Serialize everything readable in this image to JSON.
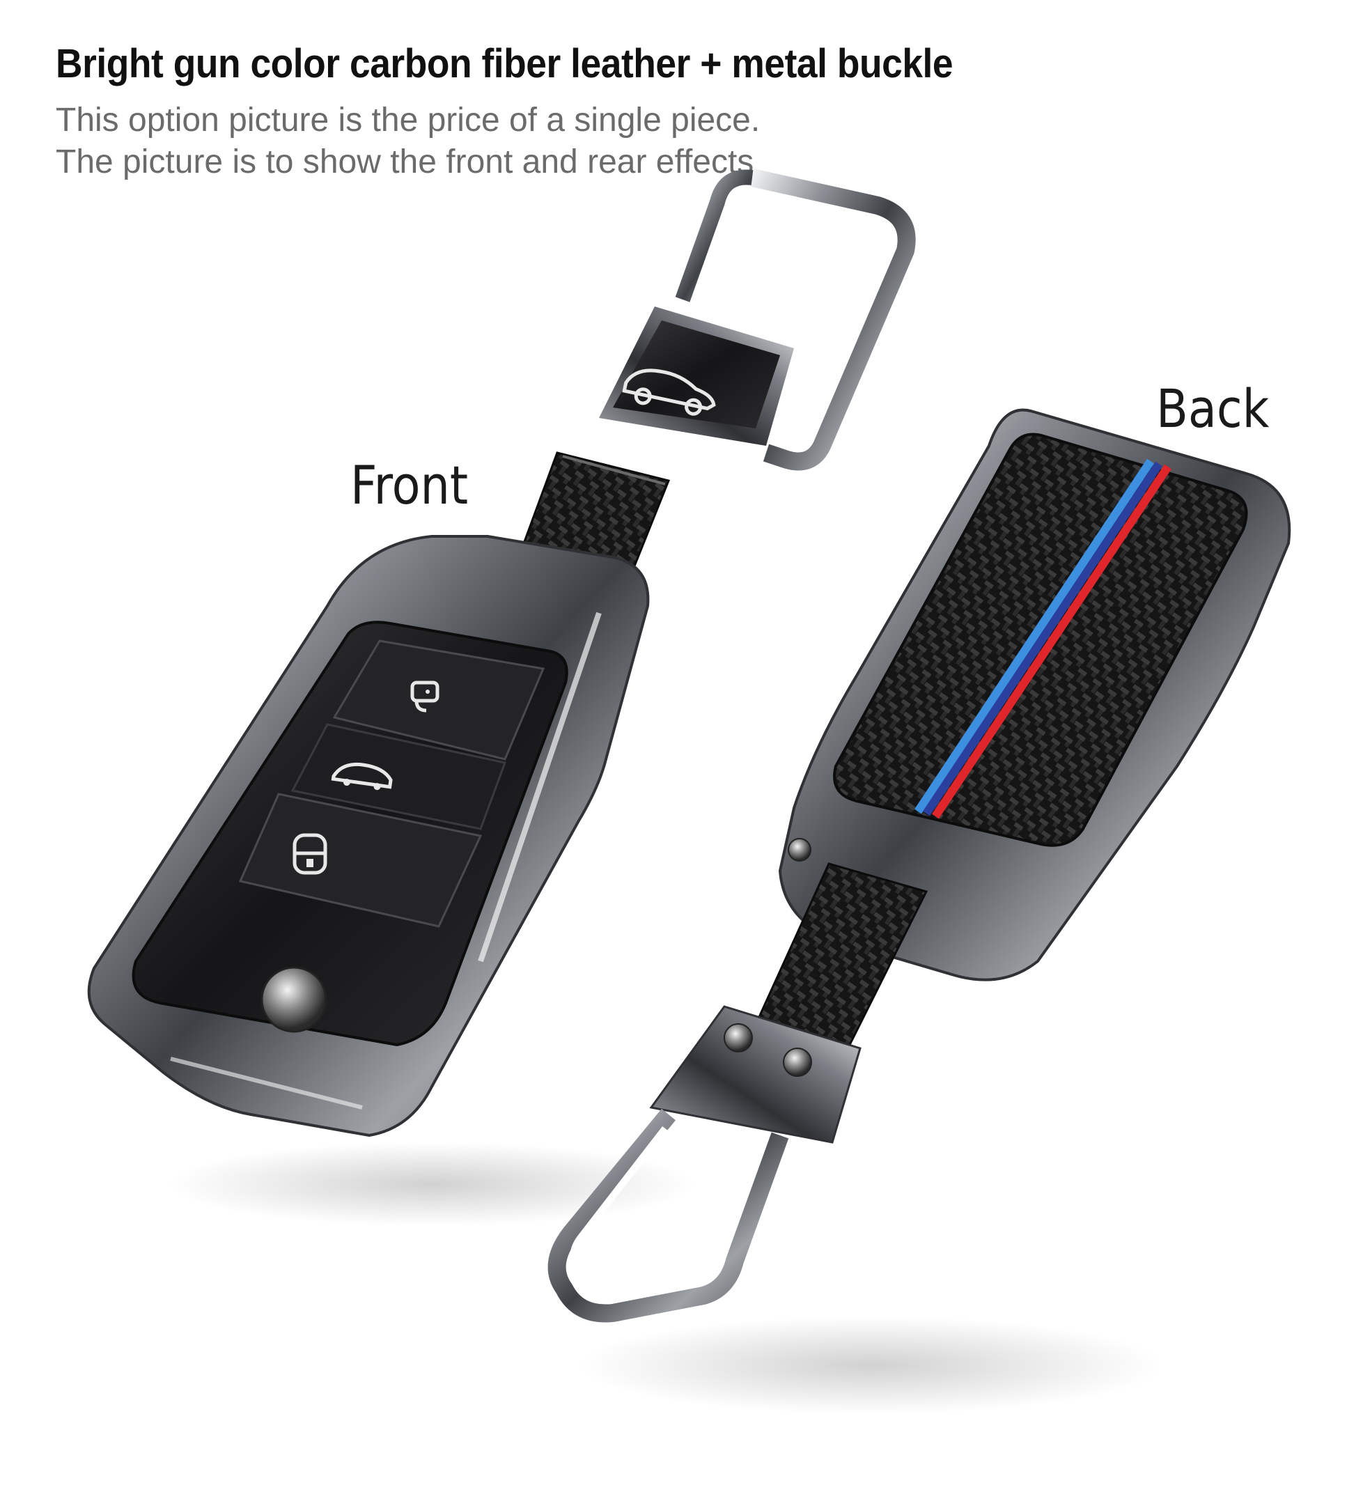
{
  "header": {
    "title": "Bright gun color carbon fiber leather + metal buckle",
    "subtitle_line1": "This option picture is the price of a single piece.",
    "subtitle_line2": "The picture is to show the front and rear effects"
  },
  "labels": {
    "front": "Front",
    "back": "Back"
  },
  "colors": {
    "gunmetal": "#5a5d63",
    "chrome_highlight": "#d9dbde",
    "carbon": "#1b1b1b",
    "stripe_light_blue": "#3d8fe0",
    "stripe_dark_blue": "#2a3f9e",
    "stripe_red": "#e0262a"
  },
  "icons": {
    "front_buttons": [
      "unlock-icon",
      "trunk-icon",
      "lock-icon"
    ],
    "buckle_emblem": "car-icon"
  }
}
